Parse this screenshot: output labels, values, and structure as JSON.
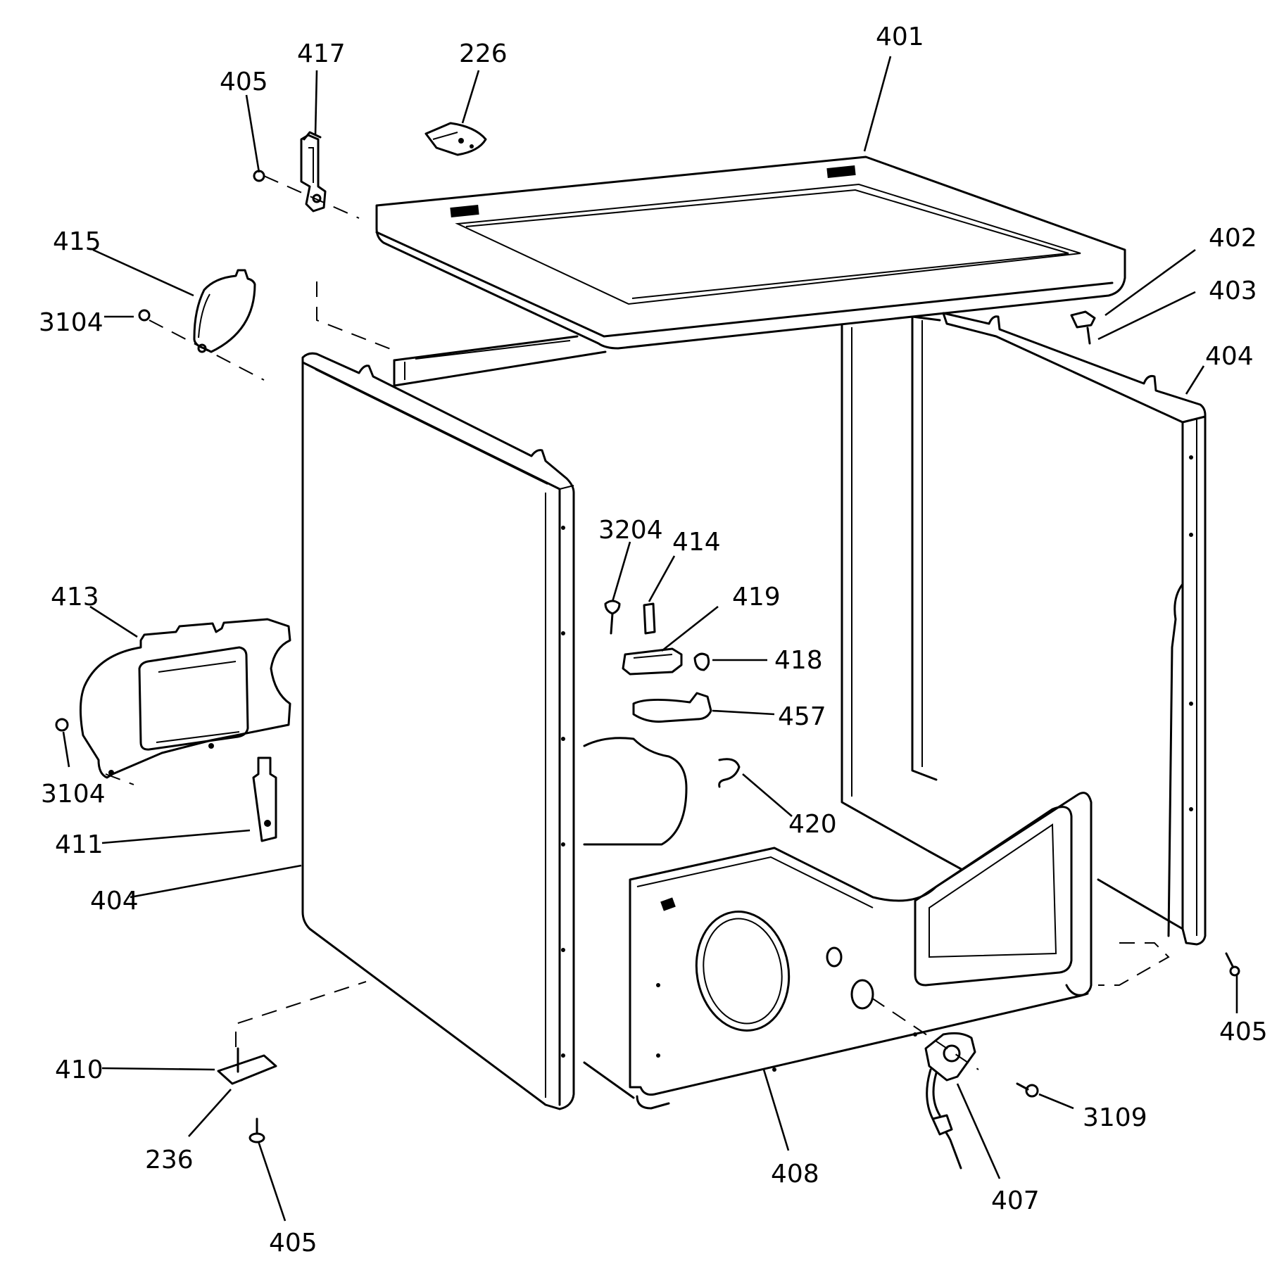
{
  "diagram": {
    "labels": {
      "p401": "401",
      "p417": "417",
      "p226": "226",
      "p405a": "405",
      "p415": "415",
      "p3104a": "3104",
      "p402": "402",
      "p403": "403",
      "p404a": "404",
      "p3204": "3204",
      "p414": "414",
      "p419": "419",
      "p418": "418",
      "p457": "457",
      "p413": "413",
      "p3104b": "3104",
      "p420": "420",
      "p411": "411",
      "p404b": "404",
      "p405b": "405",
      "p410": "410",
      "p236": "236",
      "p405c": "405",
      "p3109": "3109",
      "p408": "408",
      "p407": "407"
    }
  }
}
